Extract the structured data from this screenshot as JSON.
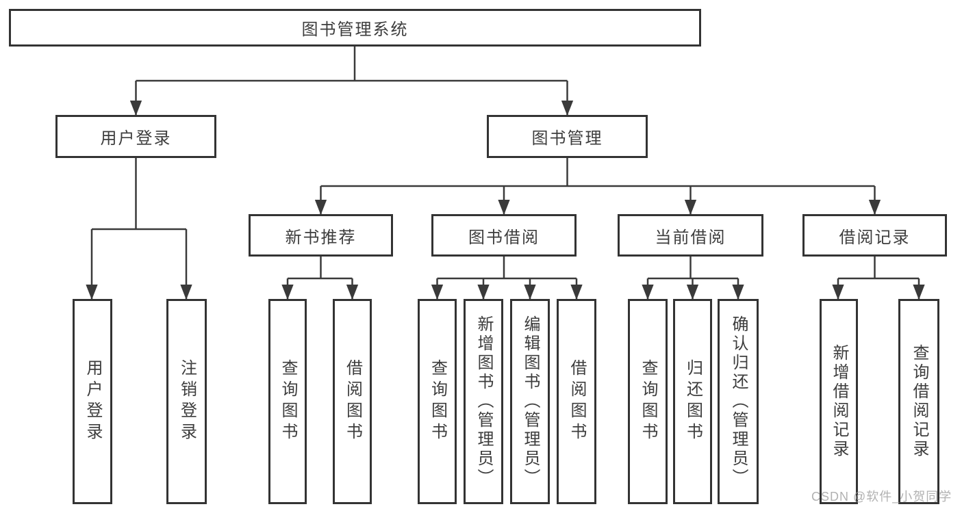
{
  "diagram_title": "图书管理系统",
  "tree": {
    "root": {
      "label": "图书管理系统",
      "children": [
        {
          "label": "用户登录",
          "children": [
            {
              "label": "用户登录"
            },
            {
              "label": "注销登录"
            }
          ]
        },
        {
          "label": "图书管理",
          "children": [
            {
              "label": "新书推荐",
              "children": [
                {
                  "label": "查询图书"
                },
                {
                  "label": "借阅图书"
                }
              ]
            },
            {
              "label": "图书借阅",
              "children": [
                {
                  "label": "查询图书"
                },
                {
                  "label": "新增图书（管理员）"
                },
                {
                  "label": "编辑图书（管理员）"
                },
                {
                  "label": "借阅图书"
                }
              ]
            },
            {
              "label": "当前借阅",
              "children": [
                {
                  "label": "查询图书"
                },
                {
                  "label": "归还图书"
                },
                {
                  "label": "确认归还（管理员）"
                }
              ]
            },
            {
              "label": "借阅记录",
              "children": [
                {
                  "label": "新增借阅记录"
                },
                {
                  "label": "查询借阅记录"
                }
              ]
            }
          ]
        }
      ]
    }
  },
  "watermark": "CSDN @软件_小贺同学",
  "colors": {
    "line": "#3a3a3a",
    "box_border": "#333333",
    "text": "#3d3d3d",
    "watermark": "#9e9e9e",
    "background": "#ffffff"
  }
}
